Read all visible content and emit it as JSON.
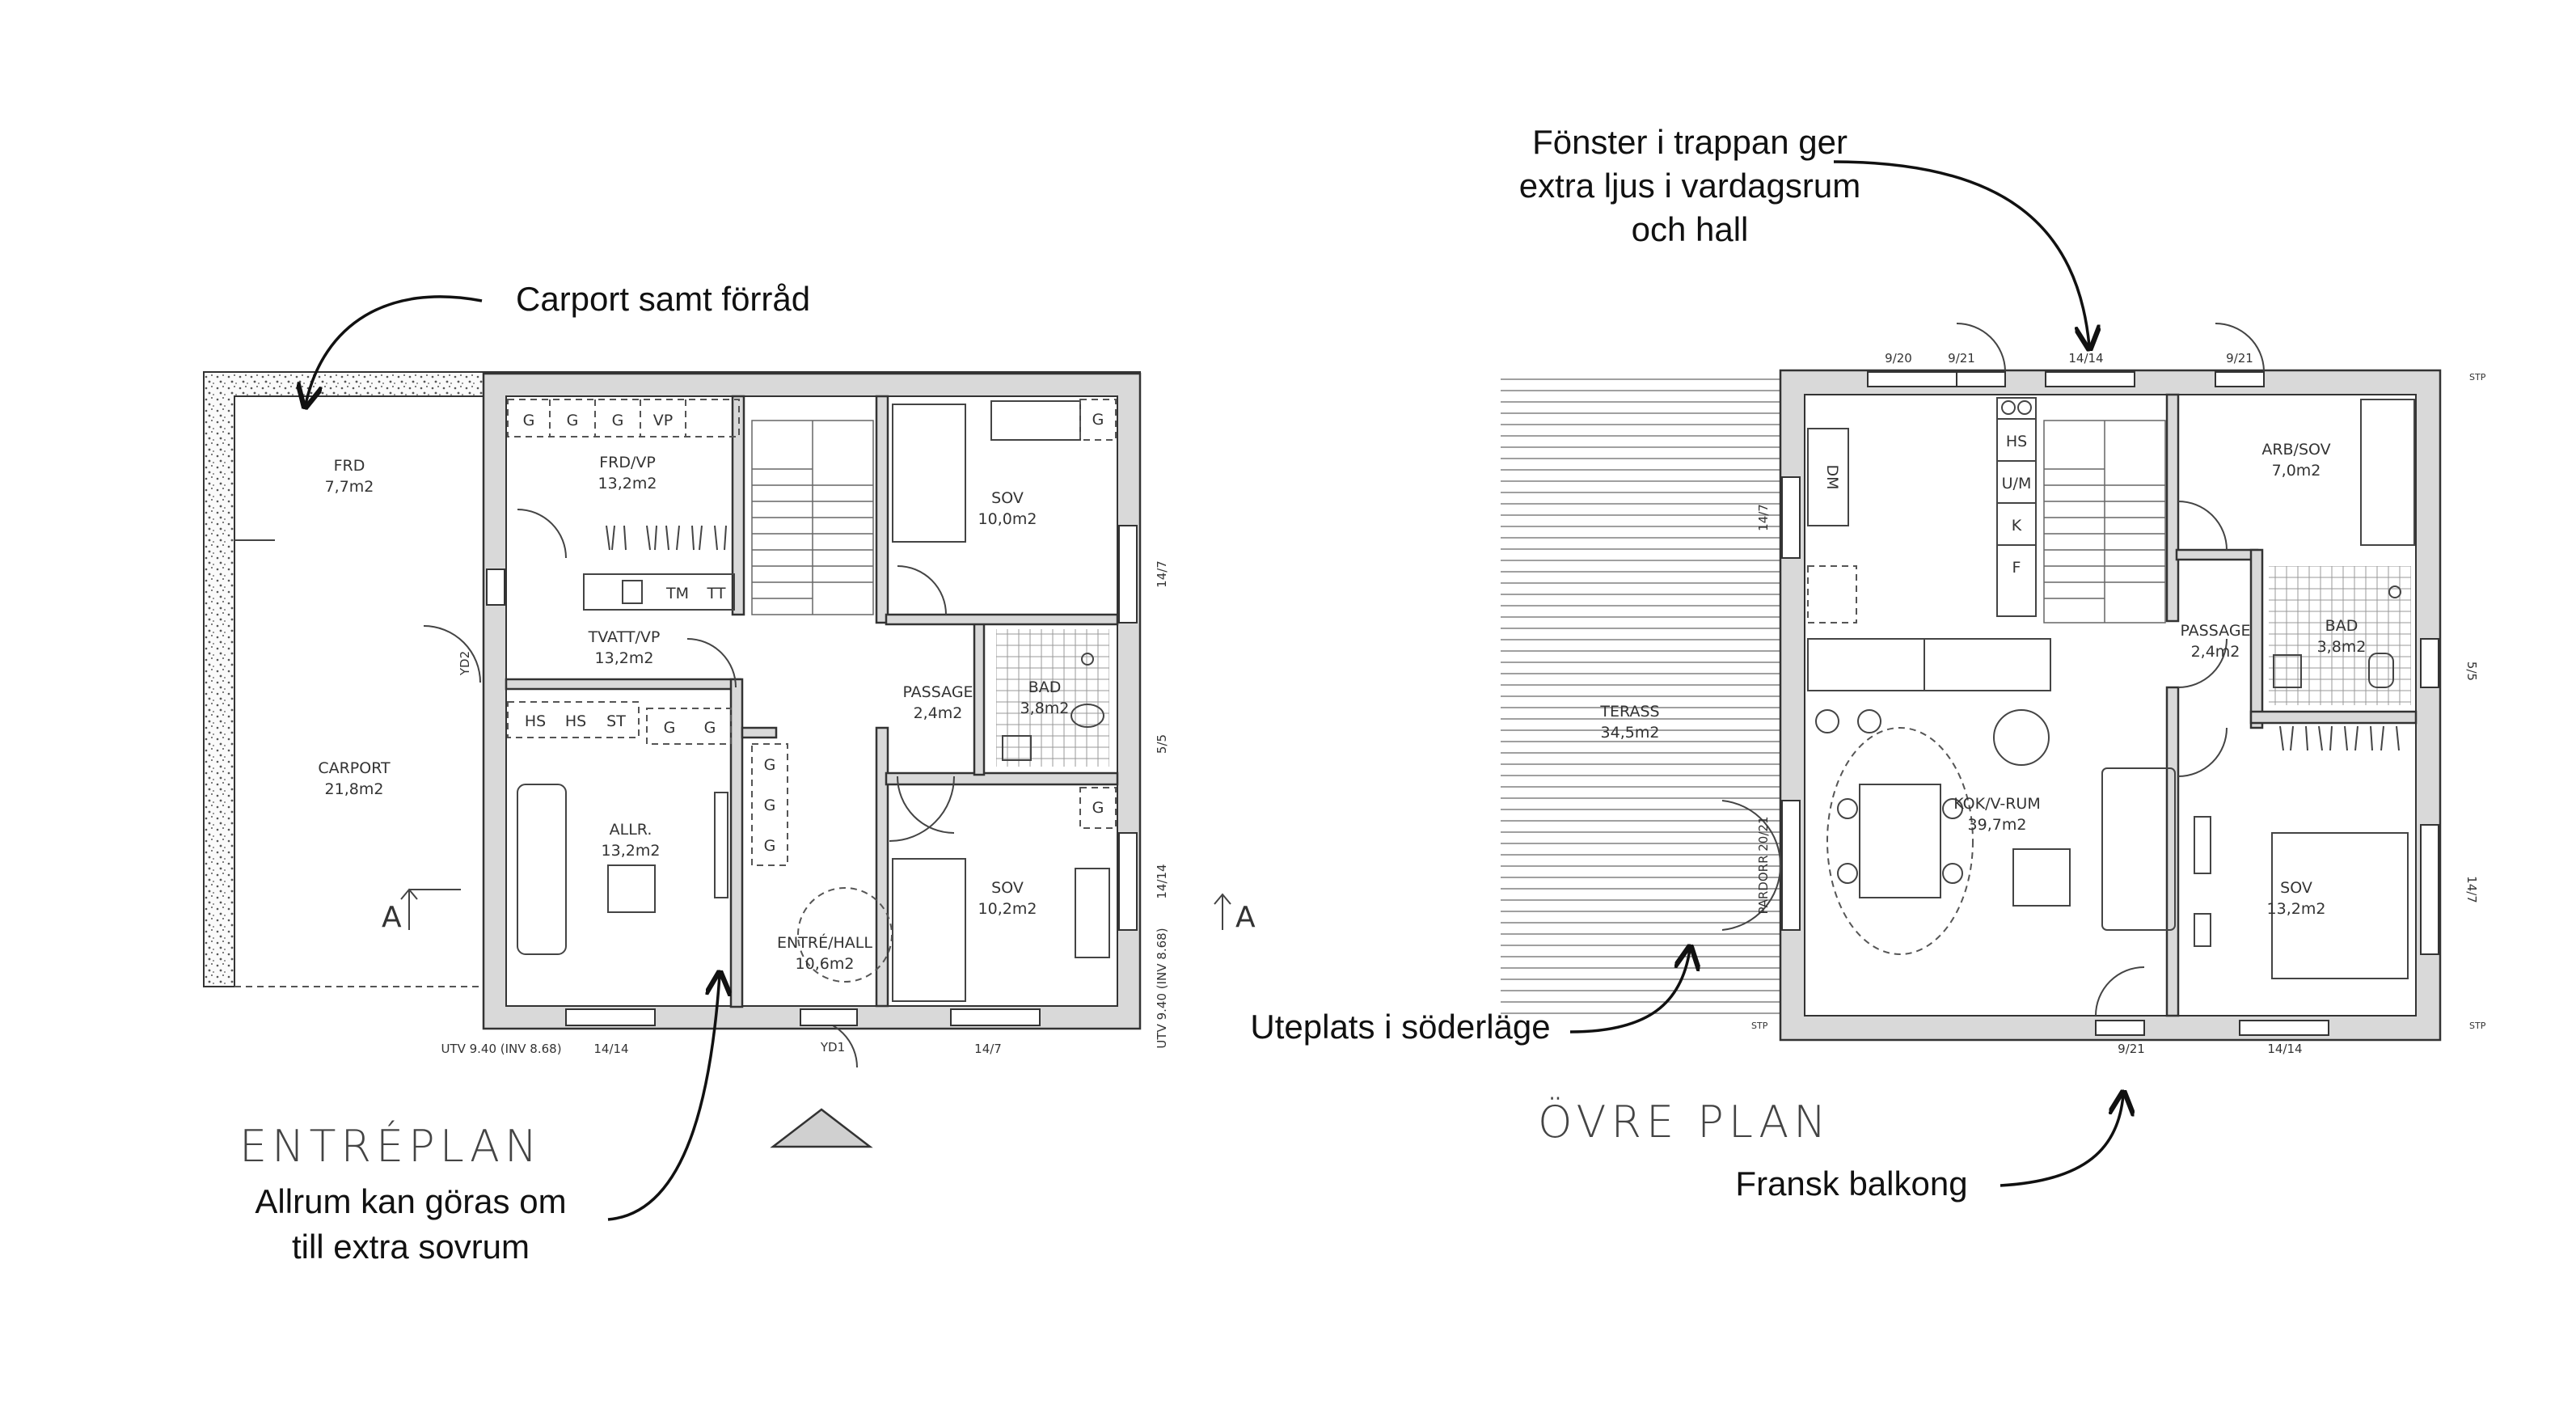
{
  "annotations": {
    "carport": "Carport samt förråd",
    "allrum_line1": "Allrum kan göras om",
    "allrum_line2": "till extra sovrum",
    "window_line1": "Fönster i trappan ger",
    "window_line2": "extra ljus i vardagsrum",
    "window_line3": "och hall",
    "patio": "Uteplats i söderläge",
    "balcony": "Fransk balkong"
  },
  "titles": {
    "ground": "ENTRÉPLAN",
    "upper": "ÖVRE PLAN"
  },
  "ground_rooms": {
    "frd": {
      "name": "FRD",
      "area": "7,7m2"
    },
    "carport": {
      "name": "CARPORT",
      "area": "21,8m2"
    },
    "frd_vp": {
      "name": "FRD/VP",
      "area": "13,2m2"
    },
    "tvatt": {
      "name": "TVATT/VP",
      "area": "13,2m2"
    },
    "allr": {
      "name": "ALLR.",
      "area": "13,2m2"
    },
    "entre": {
      "name": "ENTRÉ/HALL",
      "area": "10,6m2"
    },
    "passage": {
      "name": "PASSAGE",
      "area": "2,4m2"
    },
    "bad": {
      "name": "BAD",
      "area": "3,8m2"
    },
    "sov1": {
      "name": "SOV",
      "area": "10,0m2"
    },
    "sov2": {
      "name": "SOV",
      "area": "10,2m2"
    }
  },
  "ground_fixtures": {
    "g": "G",
    "vp": "VP",
    "tm": "TM",
    "tt": "TT",
    "hs": "HS",
    "st": "ST"
  },
  "ground_marks": {
    "section": "A",
    "yd2": "YD2",
    "yd1": "YD1",
    "dim_1414": "14/14",
    "dim_147": "14/7",
    "dim_55": "5/5",
    "utv_bottom": "UTV 9.40 (INV 8.68)",
    "utv_side": "UTV 9.40 (INV 8.68)"
  },
  "upper_rooms": {
    "terass": {
      "name": "TERASS",
      "area": "34,5m2"
    },
    "kok": {
      "name": "KOK/V-RUM",
      "area": "39,7m2"
    },
    "arb": {
      "name": "ARB/SOV",
      "area": "7,0m2"
    },
    "passage": {
      "name": "PASSAGE",
      "area": "2,4m2"
    },
    "bad": {
      "name": "BAD",
      "area": "3,8m2"
    },
    "sov": {
      "name": "SOV",
      "area": "13,2m2"
    }
  },
  "upper_fixtures": {
    "hs": "HS",
    "um": "U/M",
    "k": "K",
    "f": "F",
    "dm": "DM"
  },
  "upper_marks": {
    "d920": "9/20",
    "d921a": "9/21",
    "d1414": "14/14",
    "d921b": "9/21",
    "d147": "14/7",
    "d55": "5/5",
    "d147b": "14/7",
    "d921c": "9/21",
    "d1414b": "14/14",
    "pardorr": "PARDORR 20/21",
    "stp": "STP"
  }
}
